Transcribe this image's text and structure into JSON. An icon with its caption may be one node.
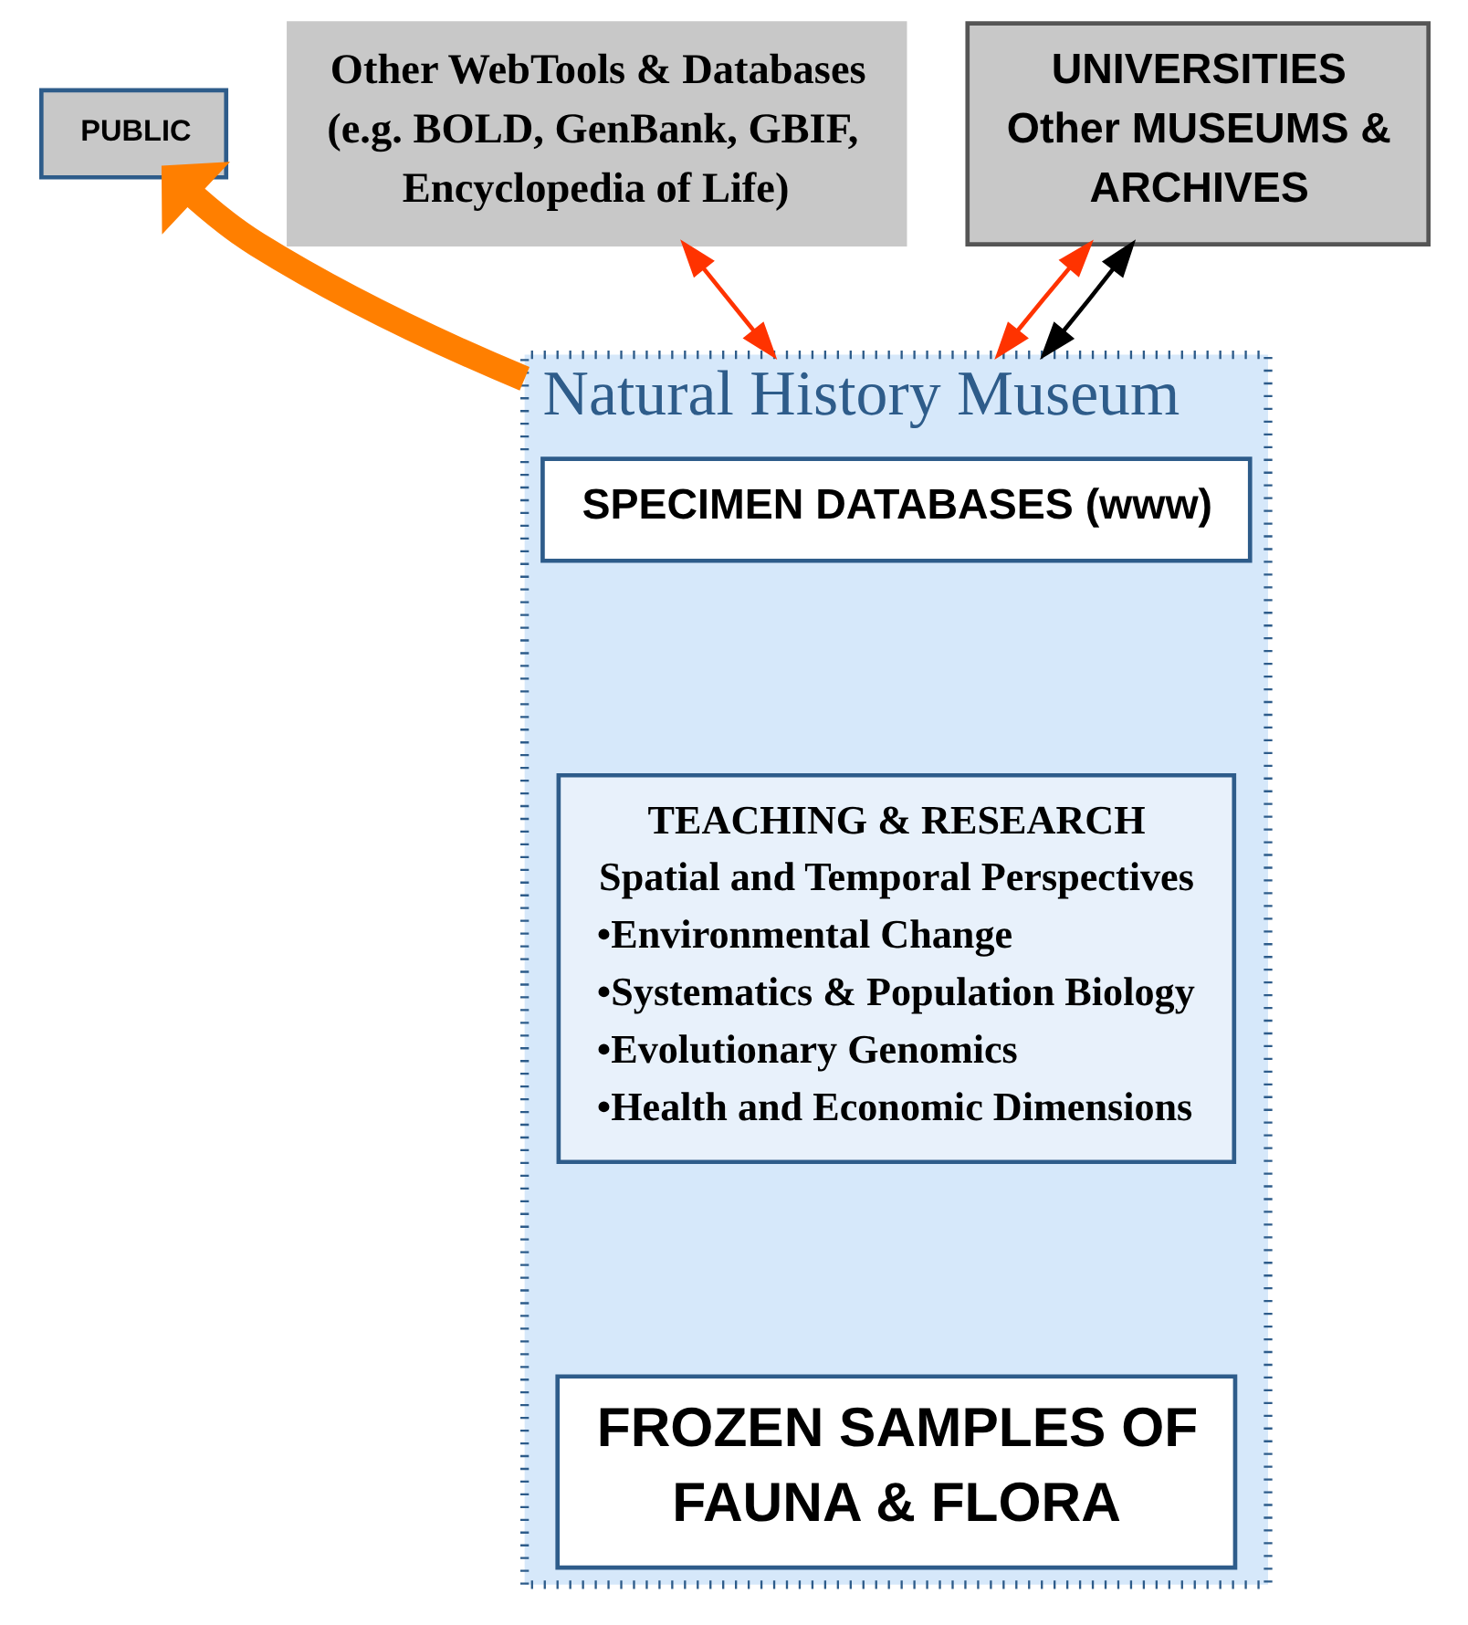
{
  "diagram": {
    "nodes": [
      {
        "text": [
          "PUBLIC"
        ]
      },
      {
        "text": [
          "Other WebTools & Databases (e.g. BOLD, GenBank, GBIF, Encyclopedia of Life)"
        ]
      },
      {
        "text": [
          "UNIVERSITIES Other MUSEUMS & ARCHIVES"
        ]
      },
      {
        "text": [
          "Natural History Museum"
        ]
      },
      {
        "text": [
          "SPECIMEN DATABASES (www)"
        ],
        "in": 3
      },
      {
        "text": [
          "TEACHING & RESEARCH",
          "Spatial and Temporal Perspectives",
          "•Environmental Change",
          "•Systematics & Population Biology",
          "•Evolutionary Genomics",
          "•Health and Economic Dimensions"
        ],
        "in": 3
      },
      {
        "text": [
          "FROZEN SAMPLES OF FAUNA & FLORA"
        ],
        "in": 3
      }
    ],
    "edges": [
      {
        "from": 3,
        "to": 0,
        "arrow": "to",
        "style": "thick",
        "color": "#ff7f00"
      },
      {
        "from": 1,
        "to": 3,
        "arrow": "both"
      },
      {
        "from": 2,
        "to": 3,
        "arrow": "both"
      },
      {
        "from": 2,
        "to": 3,
        "arrow": "both",
        "color": "#000000"
      }
    ]
  }
}
